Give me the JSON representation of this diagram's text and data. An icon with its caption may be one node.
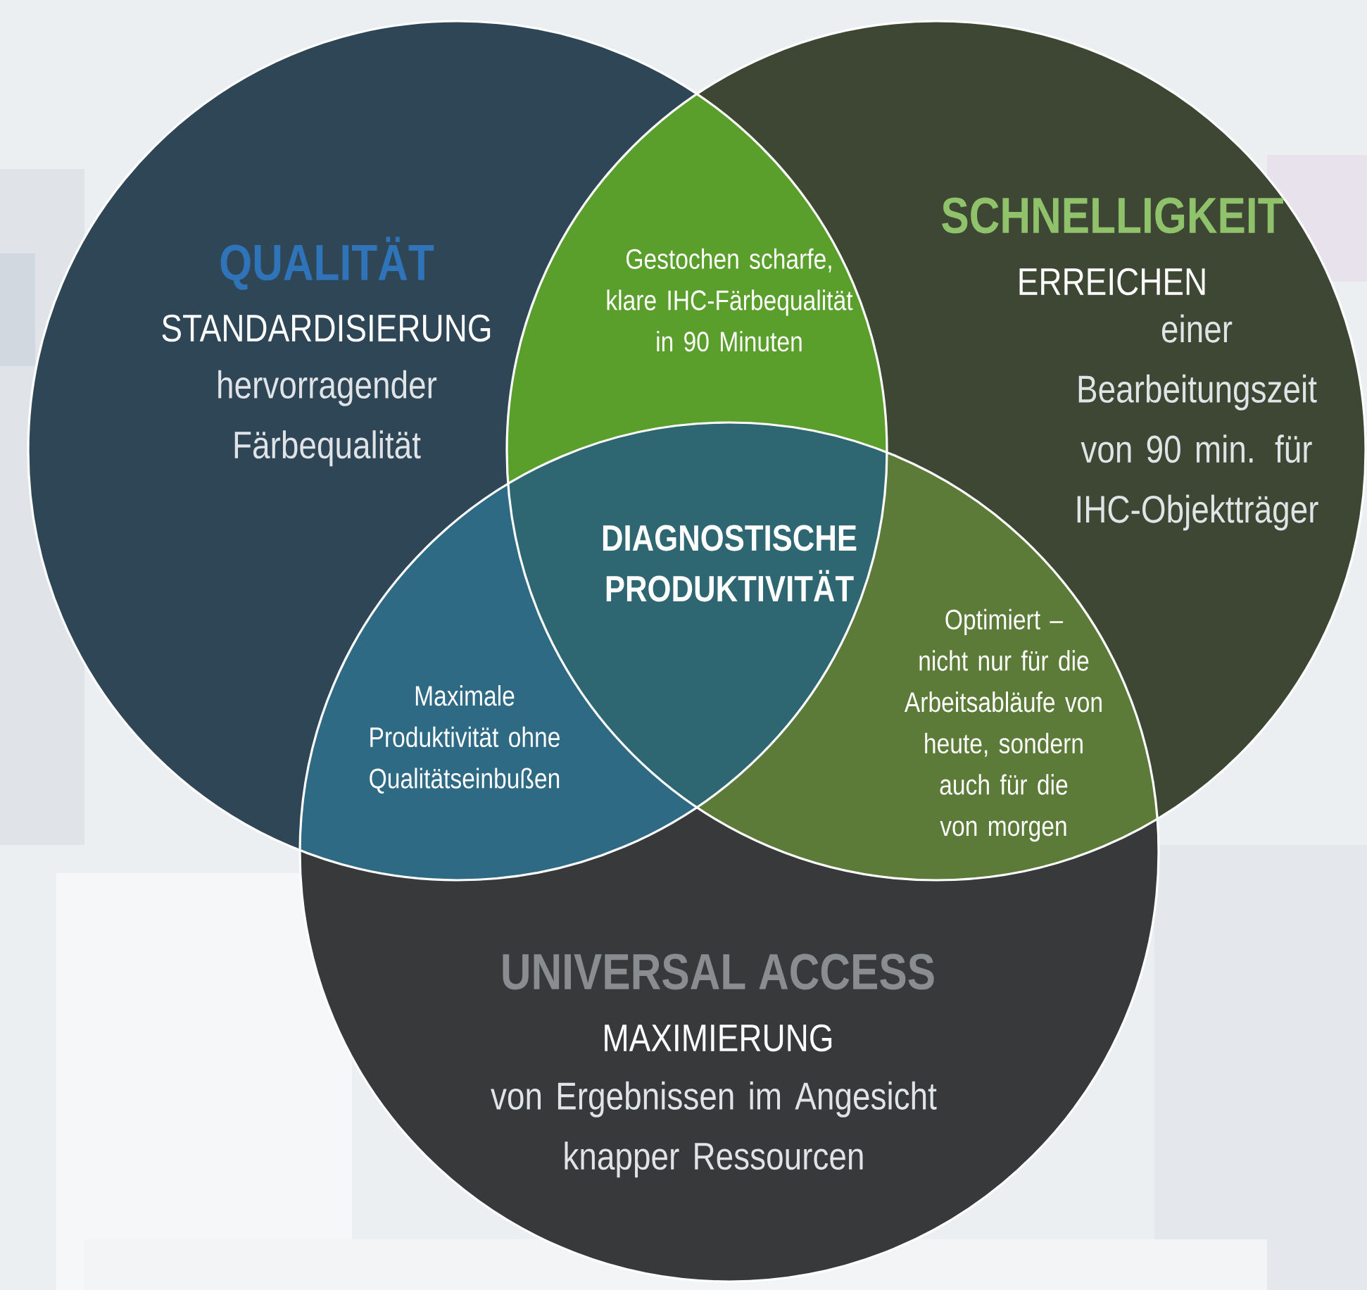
{
  "diagram": {
    "nodes": [
      {
        "text": [
          "QUALITÄT",
          "STANDARDISIERUNG",
          "hervorragender Färbequalität"
        ]
      },
      {
        "text": [
          "SCHNELLIGKEIT",
          "ERREICHEN",
          "einer Bearbeitungszeit von 90 min. für IHC-Objektträger"
        ]
      },
      {
        "text": [
          "UNIVERSAL ACCESS",
          "MAXIMIERUNG",
          "von Ergebnissen im Angesicht knapper Ressourcen"
        ]
      }
    ],
    "labels": [
      "Gestochen scharfe, klare IHC-Färbequalität in 90 Minuten",
      "DIAGNOSTISCHE PRODUKTIVITÄT",
      "Maximale Produktivität ohne Qualitätseinbußen",
      "Optimiert – nicht nur für die Arbeitsabläufe von heute, sondern auch für die von morgen"
    ]
  }
}
